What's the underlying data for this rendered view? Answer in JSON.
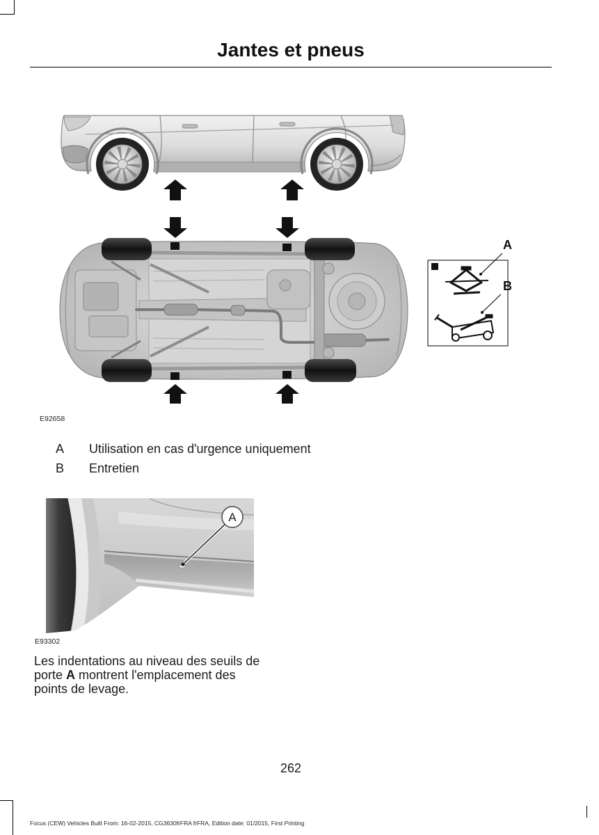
{
  "header": {
    "title": "Jantes et pneus"
  },
  "figure_1": {
    "code": "E92658",
    "callout_a": "A",
    "callout_b": "B"
  },
  "legend": [
    {
      "key": "A",
      "text": "Utilisation en cas d'urgence uniquement"
    },
    {
      "key": "B",
      "text": "Entretien"
    }
  ],
  "figure_2": {
    "code": "E93302",
    "callout": "A"
  },
  "paragraph": {
    "before": "Les indentations au niveau des seuils de porte ",
    "bold": "A",
    "after": " montrent l'emplacement des points de levage."
  },
  "page_number": "262",
  "footer": "Focus (CEW) Vehicles Built From: 16-02-2015, CG3630frFRA frFRA, Edition date: 01/2015, First Printing",
  "colors": {
    "text": "#1a1a1a",
    "arrow": "#111111"
  }
}
